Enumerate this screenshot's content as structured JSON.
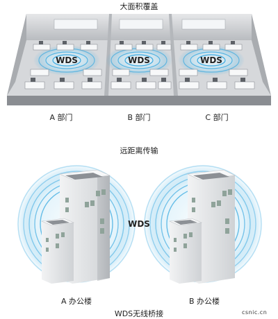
{
  "top": {
    "title": "大面积覆盖",
    "wds_label": "WDS",
    "departments": [
      "A 部门",
      "B 部门",
      "C 部门"
    ]
  },
  "bottom": {
    "title": "远距离传输",
    "wds_label": "WDS",
    "buildings": [
      "A 办公楼",
      "B 办公楼"
    ],
    "caption": "WDS无线桥接"
  },
  "watermark": "csnic.cn",
  "colors": {
    "signal": "#3aa9e0",
    "floor": "#8a8d92",
    "wall": "#c9cbce",
    "building": "#e4e6e8"
  }
}
